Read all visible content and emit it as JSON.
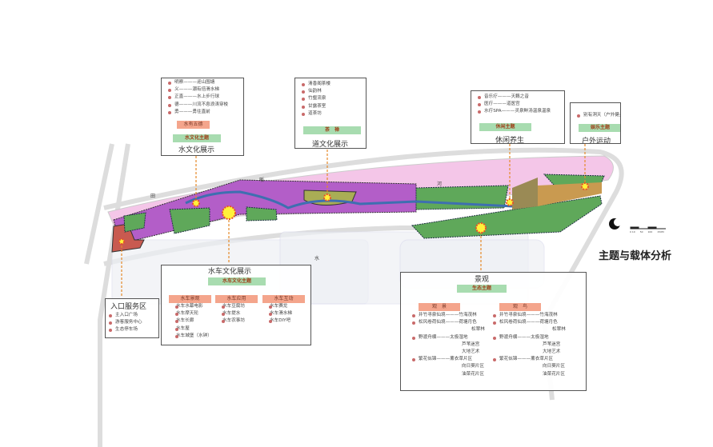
{
  "title": "主题与载体分析",
  "map_labels": {
    "tian": "田",
    "lue": "畈",
    "he": "河",
    "shui": "水"
  },
  "scale_labels": [
    "0 10",
    "50",
    "100",
    "150M"
  ],
  "water_culture": {
    "items": [
      "明察———迎山围塘",
      "义———潮有倍滑水梯",
      "正直———水上步行球",
      "德———川流不息浪涛穿梭",
      "勇———勇往直前"
    ],
    "tag": "水有五德",
    "theme": "水文化主题",
    "title": "水文化展示"
  },
  "tea": {
    "items": [
      "清香阁茶楼",
      "仙韵林",
      "竹壑流泉",
      "甘露茶室",
      "道茶坊"
    ],
    "theme": "茶　禅",
    "title": "道文化展示"
  },
  "leisure": {
    "items": [
      "音乐疗———天籁之音",
      "医疗———道医宫",
      "水疗SPA———灵泉鲜汤温泉温泉"
    ],
    "theme": "休闲主题",
    "title": "休闲养生"
  },
  "outdoor": {
    "items": [
      "别有洞天（户外健身）"
    ],
    "theme": "娱乐主题",
    "title": "户外运动"
  },
  "waterwheel": {
    "title": "水车文化展示",
    "theme": "水车文化主题",
    "groups": [
      {
        "label": "水车景观",
        "items": [
          "水车水幕电影",
          "水车摩天轮",
          "水车长廊",
          "水车屋",
          "水车城堡（水钟）"
        ]
      },
      {
        "label": "水车应用",
        "items": [
          "水车豆腐坊",
          "水车提水",
          "水车农事坊"
        ]
      },
      {
        "label": "水车互动",
        "items": [
          "水车赛龙",
          "水车滑水梯",
          "水车DIY吧"
        ]
      }
    ]
  },
  "entrance": {
    "title": "入口服务区",
    "items": [
      "主入口广场",
      "游客服务中心",
      "生态停车场"
    ]
  },
  "ecology": {
    "title": "景观",
    "theme": "生态主题",
    "groups": [
      {
        "label": "观　景",
        "rows": [
          [
            "井竹寻泉仙境———竹海茂林"
          ],
          [
            "松风卷荷仙境———荷塘月色",
            "松翠林"
          ],
          [
            "野渡舟横———太极湿地",
            "芦苇迷宫",
            "大地艺术"
          ],
          [
            "繁花似锦———薰衣草片区",
            "向日葵片区",
            "油菜花片区"
          ]
        ]
      },
      {
        "label": "观　鸟",
        "rows": [
          [
            "井竹寻泉仙境———竹海茂林"
          ],
          [
            "松风卷荷仙境———荷塘月色",
            "松翠林"
          ],
          [
            "野渡舟横———太极湿地",
            "芦苇迷宫",
            "大地艺术"
          ],
          [
            "繁花似锦———薰衣草片区",
            "向日葵片区",
            "油菜花片区"
          ]
        ]
      }
    ]
  }
}
